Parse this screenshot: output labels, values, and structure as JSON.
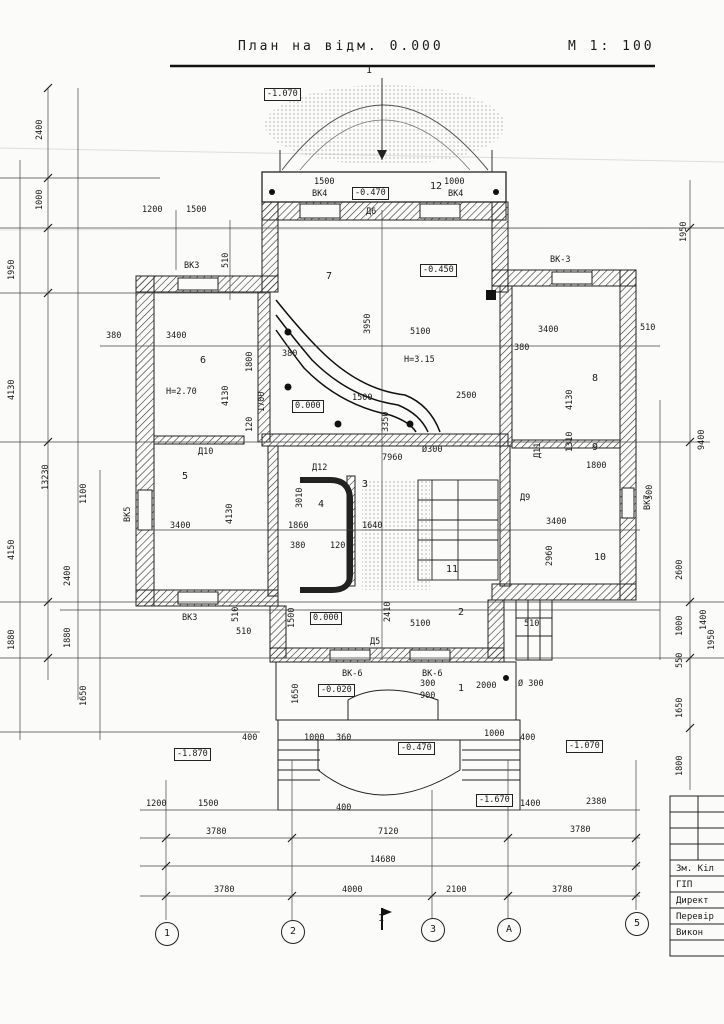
{
  "sheet": {
    "title": "План на відм. 0.000",
    "scale": "М 1: 100"
  },
  "section_mark": "1",
  "rooms": [
    "1",
    "2",
    "3",
    "4",
    "5",
    "6",
    "7",
    "8",
    "9",
    "10",
    "11",
    "12"
  ],
  "room_labels": {
    "h6": "Н=2.70",
    "h7": "Н=3.15"
  },
  "levels": {
    "top": "-1.070",
    "porch_top": "-0.470",
    "room7": "-0.450",
    "room7_floor": "0.000",
    "hall": "0.000",
    "entry": "-0.020",
    "porch_bottom": "-0.470",
    "left_outer": "-1.870",
    "right_outer": "-1.070",
    "bottom_step": "-1.670"
  },
  "openings": {
    "vk3_top": "ВК3",
    "vk3_bottom": "ВК3",
    "vk3_right": "ВК-3",
    "vk4_left": "ВК4",
    "vk4_right": "ВК4",
    "vk5": "ВК5",
    "vk7": "ВК7",
    "vk6_left": "ВК-6",
    "vk6_right": "ВК-6",
    "d16": "Д6",
    "d10": "Д10",
    "d12": "Д12",
    "d9": "Д9",
    "d11": "Д11",
    "d5": "Д5"
  },
  "dims": {
    "top_1500": "1500",
    "top_1000": "1000",
    "top_1200": "1200",
    "top_1500b": "1500",
    "d510a": "510",
    "d380a": "380",
    "d3400a": "3400",
    "d4130a": "4130",
    "d1800": "1800",
    "d1700": "1700",
    "d120": "120",
    "d380b": "380",
    "d3950": "3950",
    "d5100": "5100",
    "d2500": "2500",
    "d1500c": "1500",
    "d3350": "3350",
    "d7960": "7960",
    "d3400b": "3400",
    "d510b": "510",
    "d4130b": "4130",
    "d380c": "380",
    "d1310": "1310",
    "d1800b": "1800",
    "d3400c": "3400",
    "d4130c": "4130",
    "d3010": "3010",
    "d1860": "1860",
    "d1640": "1640",
    "d3400d": "3400",
    "d2960": "2960",
    "d380d": "380",
    "d120b": "120",
    "d2410": "2410",
    "d5100b": "5100",
    "d1500d": "1500",
    "d510c": "510",
    "d510d": "510",
    "d510e": "510",
    "d2000": "2000",
    "d300": "Ø 300",
    "d300b": "Ø300",
    "d1650": "1650",
    "d1000a": "1000",
    "d360": "360",
    "d400a": "400",
    "d400b": "400",
    "d1000b": "1000",
    "d2380": "2380",
    "d400c": "400",
    "d300c": "300",
    "d1400": "1400",
    "d900": "900",
    "b1200": "1200",
    "b1500": "1500",
    "b3780a": "3780",
    "b7120": "7120",
    "b3780b": "3780",
    "b14680": "14680",
    "b3780c": "3780",
    "b4000": "4000",
    "b2100": "2100",
    "b3780d": "3780",
    "l2400": "2400",
    "l1000": "1000",
    "l1950": "1950",
    "l4130": "4130",
    "l13230": "13230",
    "l4150": "4150",
    "l2400b": "2400",
    "l1880": "1880",
    "l1880b": "1880",
    "l1650": "1650",
    "l1100": "1100",
    "r1950": "1950",
    "r9400": "9400",
    "r2600": "2600",
    "r1000": "1000",
    "r550": "550",
    "r1650": "1650",
    "r1800": "1800",
    "r500": "500",
    "r1400": "1400",
    "r1950b": "1950"
  },
  "axes": [
    "1",
    "2",
    "3",
    "А",
    "5"
  ],
  "title_block": {
    "r1": "Зм. Кіл",
    "r2": "ГІП",
    "r3": "Директ",
    "r4": "Перевір",
    "r5": "Викон"
  },
  "colors": {
    "ink": "#1a1a1a",
    "paper": "#fbfbfa",
    "hatch": "#333333"
  }
}
